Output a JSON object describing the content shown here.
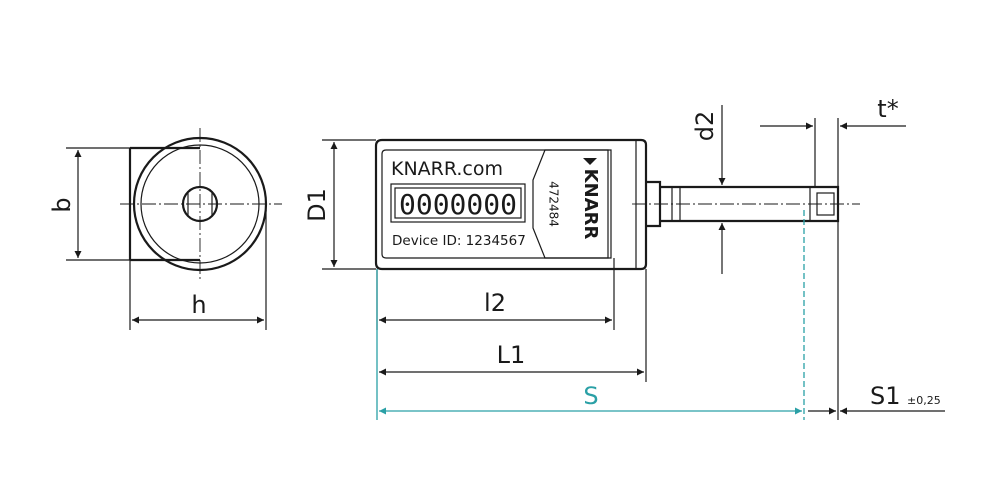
{
  "device_label": {
    "website": "KNARR.com",
    "counter": "0000000",
    "device_id": "Device ID: 1234567",
    "article_number": "472484",
    "brand": "KNARR"
  },
  "dimensions": {
    "b": "b",
    "h": "h",
    "D1": "D1",
    "l2": "l2",
    "L1": "L1",
    "S": "S",
    "S1": "S1",
    "S1_tolerance": "±0,25",
    "d2": "d2",
    "t": "t*"
  },
  "colors": {
    "line": "#1a1a1a",
    "accent": "#2aa0a6"
  }
}
